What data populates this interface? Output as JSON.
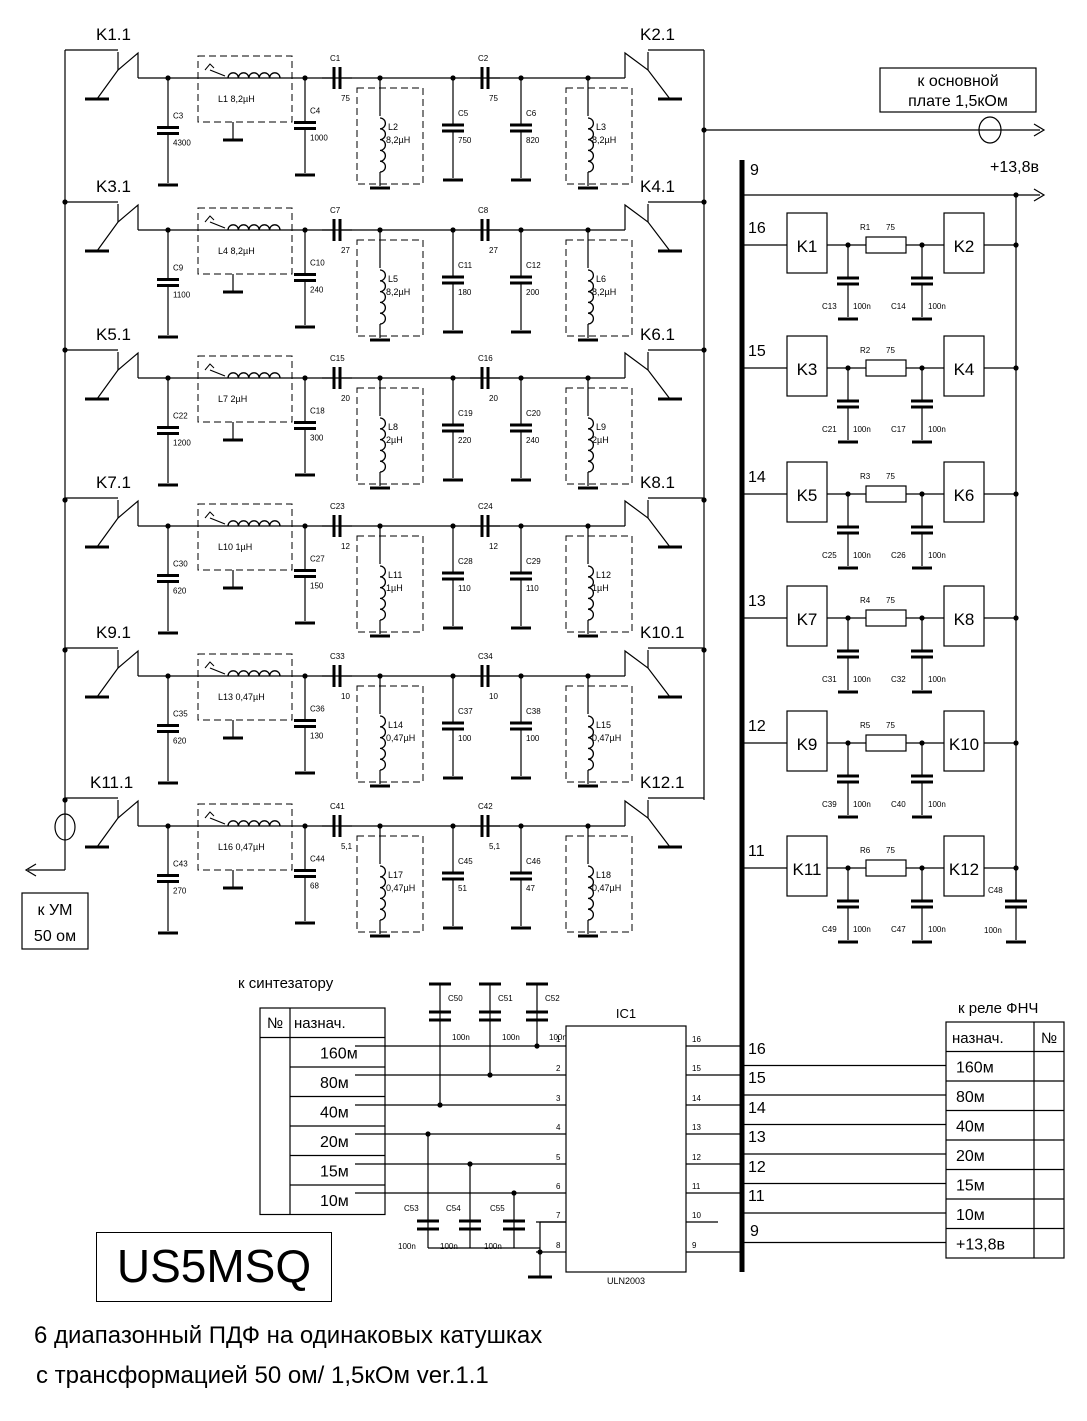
{
  "title_box": "US5MSQ",
  "caption": {
    "line1": "6 диапазонный ПДФ на одинаковых катушках",
    "line2": "с трансформацией 50 ом/ 1,5кОм ver.1.1"
  },
  "to_main_board": {
    "line1": "к основной",
    "line2": "плате 1,5кОм"
  },
  "to_amp": {
    "line1": "к УМ",
    "line2": "50 ом"
  },
  "supply": "+13,8в",
  "bus_top_label": "9",
  "to_synth_label": "к синтезатору",
  "to_relay_label": "к реле ФНЧ",
  "ic": {
    "name": "IC1",
    "part": "ULN2003",
    "left_pins": [
      "1",
      "2",
      "3",
      "4",
      "5",
      "6",
      "7",
      "8"
    ],
    "right_pins": [
      "16",
      "15",
      "14",
      "13",
      "12",
      "11",
      "10",
      "9"
    ]
  },
  "bus_pin_labels": [
    "16",
    "15",
    "14",
    "13",
    "12",
    "11",
    "9"
  ],
  "left_table": {
    "headers": [
      "№",
      "назнач."
    ],
    "rows": [
      "160м",
      "80м",
      "40м",
      "20м",
      "15м",
      "10м"
    ]
  },
  "right_table": {
    "headers": [
      "назнач.",
      "№"
    ],
    "rows": [
      "160м",
      "80м",
      "40м",
      "20м",
      "15м",
      "10м",
      "+13,8в"
    ]
  },
  "synth_caps": [
    {
      "name": "C50",
      "value": "100n"
    },
    {
      "name": "C51",
      "value": "100n"
    },
    {
      "name": "C52",
      "value": "100n"
    }
  ],
  "bottom_caps": [
    {
      "name": "C53",
      "value": "100n"
    },
    {
      "name": "C54",
      "value": "100n"
    },
    {
      "name": "C55",
      "value": "100n"
    }
  ],
  "filters": [
    {
      "kin": "K1.1",
      "kout": "K2.1",
      "cin": {
        "n": "C3",
        "v": "4300"
      },
      "lin": {
        "n": "L1",
        "v": "8,2µH"
      },
      "cs1": {
        "n": "C1",
        "v": "75"
      },
      "c4": {
        "n": "C4",
        "v": "1000"
      },
      "l2": {
        "n": "L2",
        "v": "8,2µH"
      },
      "c5": {
        "n": "C5",
        "v": "750"
      },
      "cs2": {
        "n": "C2",
        "v": "75"
      },
      "c6": {
        "n": "C6",
        "v": "820"
      },
      "l3": {
        "n": "L3",
        "v": "8,2µH"
      }
    },
    {
      "kin": "K3.1",
      "kout": "K4.1",
      "cin": {
        "n": "C9",
        "v": "1100"
      },
      "lin": {
        "n": "L4",
        "v": "8,2µH"
      },
      "cs1": {
        "n": "C7",
        "v": "27"
      },
      "c4": {
        "n": "C10",
        "v": "240"
      },
      "l2": {
        "n": "L5",
        "v": "8,2µH"
      },
      "c5": {
        "n": "C11",
        "v": "180"
      },
      "cs2": {
        "n": "C8",
        "v": "27"
      },
      "c6": {
        "n": "C12",
        "v": "200"
      },
      "l3": {
        "n": "L6",
        "v": "8,2µH"
      }
    },
    {
      "kin": "K5.1",
      "kout": "K6.1",
      "cin": {
        "n": "C22",
        "v": "1200"
      },
      "lin": {
        "n": "L7",
        "v": "2µH"
      },
      "cs1": {
        "n": "C15",
        "v": "20"
      },
      "c4": {
        "n": "C18",
        "v": "300"
      },
      "l2": {
        "n": "L8",
        "v": "2µH"
      },
      "c5": {
        "n": "C19",
        "v": "220"
      },
      "cs2": {
        "n": "C16",
        "v": "20"
      },
      "c6": {
        "n": "C20",
        "v": "240"
      },
      "l3": {
        "n": "L9",
        "v": "2µH"
      }
    },
    {
      "kin": "K7.1",
      "kout": "K8.1",
      "cin": {
        "n": "C30",
        "v": "620"
      },
      "lin": {
        "n": "L10",
        "v": "1µH"
      },
      "cs1": {
        "n": "C23",
        "v": "12"
      },
      "c4": {
        "n": "C27",
        "v": "150"
      },
      "l2": {
        "n": "L11",
        "v": "1µH"
      },
      "c5": {
        "n": "C28",
        "v": "110"
      },
      "cs2": {
        "n": "C24",
        "v": "12"
      },
      "c6": {
        "n": "C29",
        "v": "110"
      },
      "l3": {
        "n": "L12",
        "v": "1µH"
      }
    },
    {
      "kin": "K9.1",
      "kout": "K10.1",
      "cin": {
        "n": "C35",
        "v": "620"
      },
      "lin": {
        "n": "L13",
        "v": "0,47µH"
      },
      "cs1": {
        "n": "C33",
        "v": "10"
      },
      "c4": {
        "n": "C36",
        "v": "130"
      },
      "l2": {
        "n": "L14",
        "v": "0,47µH"
      },
      "c5": {
        "n": "C37",
        "v": "100"
      },
      "cs2": {
        "n": "C34",
        "v": "10"
      },
      "c6": {
        "n": "C38",
        "v": "100"
      },
      "l3": {
        "n": "L15",
        "v": "0,47µH"
      }
    },
    {
      "kin": "K11.1",
      "kout": "K12.1",
      "cin": {
        "n": "C43",
        "v": "270"
      },
      "lin": {
        "n": "L16",
        "v": "0,47µH"
      },
      "cs1": {
        "n": "C41",
        "v": "5,1"
      },
      "c4": {
        "n": "C44",
        "v": "68"
      },
      "l2": {
        "n": "L17",
        "v": "0,47µH"
      },
      "c5": {
        "n": "C45",
        "v": "51"
      },
      "cs2": {
        "n": "C42",
        "v": "5,1"
      },
      "c6": {
        "n": "C46",
        "v": "47"
      },
      "l3": {
        "n": "L18",
        "v": "0,47µH"
      }
    }
  ],
  "relays": [
    {
      "pin": "16",
      "ka": "K1",
      "kb": "K2",
      "r": {
        "n": "R1",
        "v": "75"
      },
      "ca": {
        "n": "C13",
        "v": "100n"
      },
      "cb": {
        "n": "C14",
        "v": "100n"
      }
    },
    {
      "pin": "15",
      "ka": "K3",
      "kb": "K4",
      "r": {
        "n": "R2",
        "v": "75"
      },
      "ca": {
        "n": "C21",
        "v": "100n"
      },
      "cb": {
        "n": "C17",
        "v": "100n"
      }
    },
    {
      "pin": "14",
      "ka": "K5",
      "kb": "K6",
      "r": {
        "n": "R3",
        "v": "75"
      },
      "ca": {
        "n": "C25",
        "v": "100n"
      },
      "cb": {
        "n": "C26",
        "v": "100n"
      }
    },
    {
      "pin": "13",
      "ka": "K7",
      "kb": "K8",
      "r": {
        "n": "R4",
        "v": "75"
      },
      "ca": {
        "n": "C31",
        "v": "100n"
      },
      "cb": {
        "n": "C32",
        "v": "100n"
      }
    },
    {
      "pin": "12",
      "ka": "K9",
      "kb": "K10",
      "r": {
        "n": "R5",
        "v": "75"
      },
      "ca": {
        "n": "C39",
        "v": "100n"
      },
      "cb": {
        "n": "C40",
        "v": "100n"
      }
    },
    {
      "pin": "11",
      "ka": "K11",
      "kb": "K12",
      "r": {
        "n": "R6",
        "v": "75"
      },
      "ca": {
        "n": "C49",
        "v": "100n"
      },
      "cb": {
        "n": "C47",
        "v": "100n"
      }
    }
  ],
  "c48": {
    "n": "C48",
    "v": "100n"
  }
}
